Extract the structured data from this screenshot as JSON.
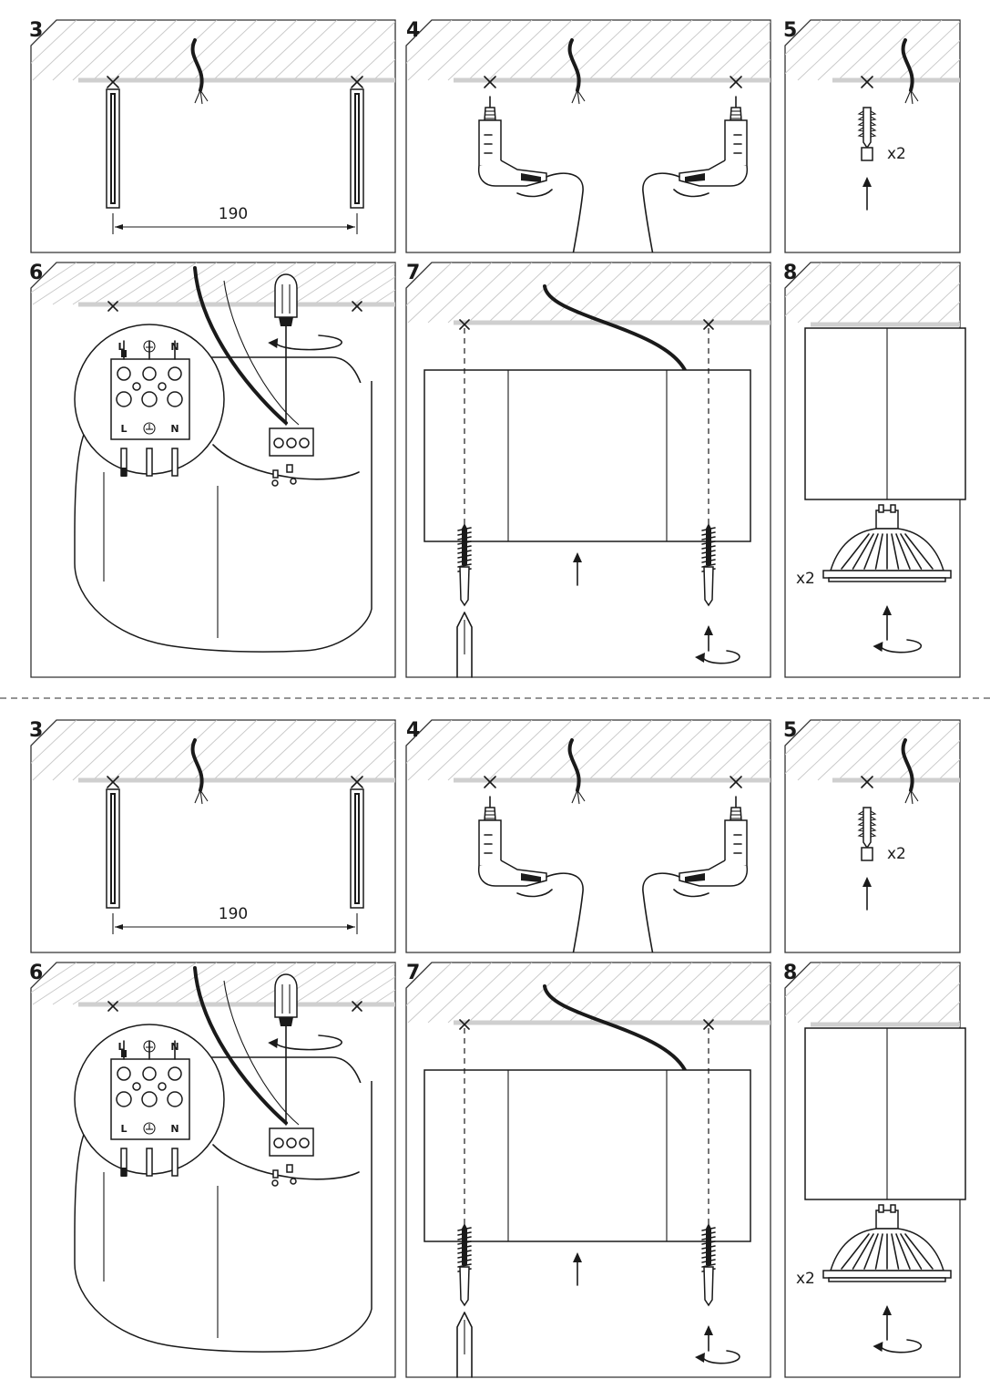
{
  "steps": [
    {
      "number": "3",
      "dimension": "190"
    },
    {
      "number": "4"
    },
    {
      "number": "5",
      "quantity": "x2"
    },
    {
      "number": "6",
      "terminals": [
        "L",
        "N"
      ]
    },
    {
      "number": "7"
    },
    {
      "number": "8",
      "quantity": "x2"
    }
  ],
  "icons": {
    "earth": "earth-ground-icon",
    "rotate": "rotate-arrow-icon",
    "up": "arrow-up-icon"
  },
  "colors": {
    "line": "#1a1a1a",
    "ceiling": "#cfcfcf",
    "hatch": "#c8c8c8"
  }
}
